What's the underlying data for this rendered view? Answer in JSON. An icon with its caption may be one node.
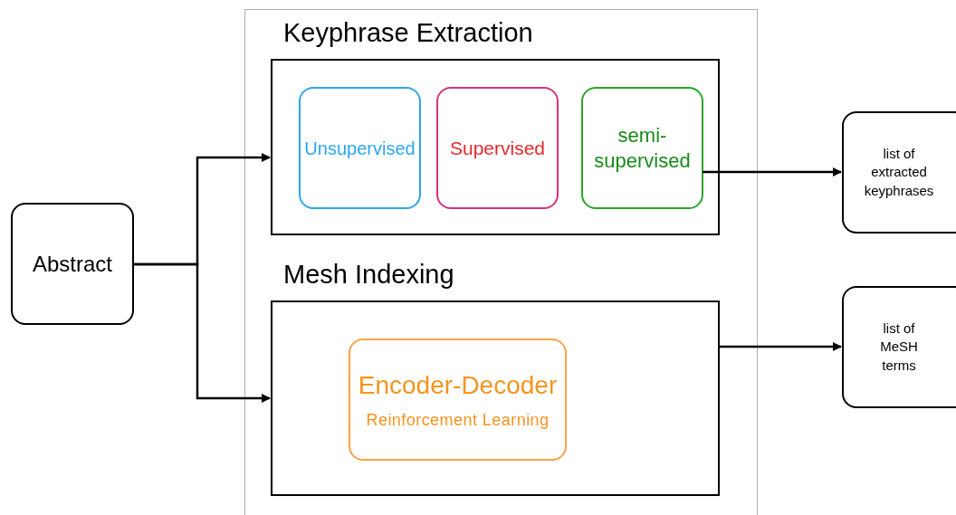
{
  "diagram": {
    "nodes": [
      {
        "text": [
          "Abstract"
        ]
      },
      {
        "text": [],
        "shape": "box"
      },
      {
        "text": [
          "Keyphrase Extraction"
        ],
        "in": 1
      },
      {
        "text": [
          "Unsupervised"
        ],
        "in": 2
      },
      {
        "text": [
          "Supervised"
        ],
        "in": 2
      },
      {
        "text": [
          "semi-supervised"
        ],
        "in": 2
      },
      {
        "text": [
          "Mesh Indexing"
        ],
        "in": 1
      },
      {
        "text": [
          "Encoder-Decoder",
          "Reinforcement Learning"
        ],
        "in": 6
      },
      {
        "text": [
          "list of extracted keyphrases"
        ]
      },
      {
        "text": [
          "list of MeSH terms"
        ]
      }
    ],
    "edges": [
      {
        "from": 0,
        "to": 2,
        "arrow": "to"
      },
      {
        "from": 0,
        "to": 6,
        "arrow": "to"
      },
      {
        "from": 5,
        "to": 8,
        "arrow": "to"
      },
      {
        "from": 6,
        "to": 9,
        "arrow": "to"
      }
    ]
  }
}
